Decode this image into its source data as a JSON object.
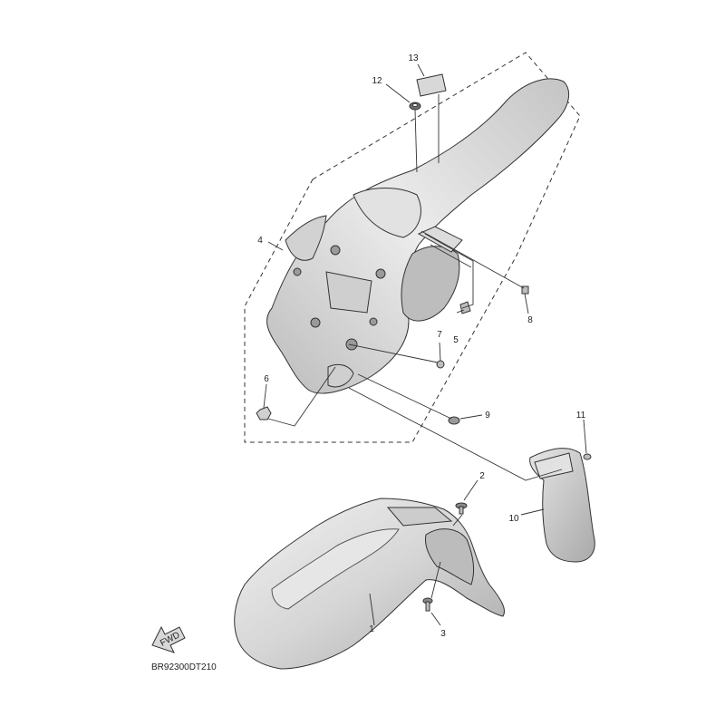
{
  "diagram_code": "BR92300DT210",
  "fwd_label": "FWD",
  "callouts": {
    "c1": "1",
    "c2": "2",
    "c3": "3",
    "c4": "4",
    "c5": "5",
    "c6": "6",
    "c7": "7",
    "c8": "8",
    "c9": "9",
    "c10": "10",
    "c11": "11",
    "c12": "12",
    "c13": "13"
  },
  "colors": {
    "line": "#333333",
    "part_fill_light": "#e8e8e8",
    "part_fill_mid": "#c8c8c8",
    "part_fill_dark": "#9a9a9a"
  }
}
